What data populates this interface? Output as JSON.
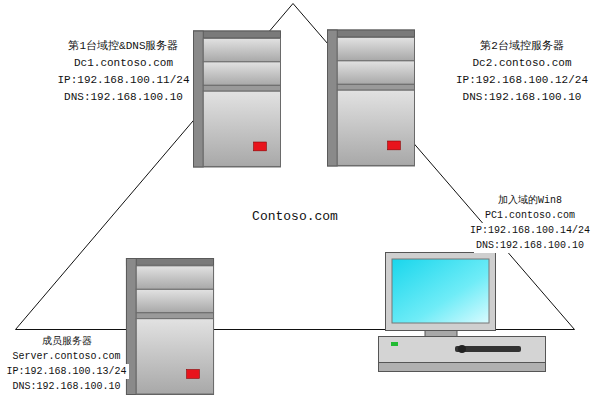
{
  "diagram": {
    "nodes": [
      {
        "text": [
          "第1台域控&DNS服务器",
          "Dc1.contoso.com",
          "IP:192.168.100.11/24",
          "DNS:192.168.100.10"
        ]
      },
      {
        "text": [
          "第2台域控服务器",
          "Dc2.contoso.com",
          "IP:192.168.100.12/24",
          "DNS:192.168.100.10"
        ]
      },
      {
        "text": [
          "Contoso.com"
        ]
      },
      {
        "text": [
          "加入域的Win8",
          "PC1.contoso.com",
          "IP:192.168.100.14/24",
          "DNS:192.168.100.10"
        ]
      },
      {
        "text": [
          "成员服务器",
          "Server.contoso.com",
          "IP:192.168.100.13/24",
          "DNS:192.168.100.10"
        ]
      }
    ]
  }
}
